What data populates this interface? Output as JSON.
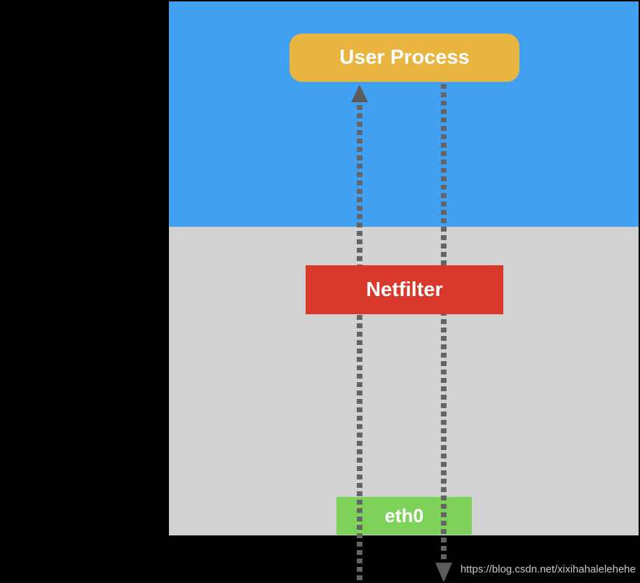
{
  "colors": {
    "background": "#000000",
    "user_space": "#42A0F2",
    "kernel_space": "#D2D2D2",
    "user_process": "#EAB440",
    "netfilter": "#D9392B",
    "eth0": "#7ED159",
    "line": "#646464",
    "arrow": "#5B5B5B",
    "watermark_text": "#C9C9C9"
  },
  "nodes": {
    "user_process": {
      "label": "User Process"
    },
    "netfilter": {
      "label": "Netfilter"
    },
    "eth0": {
      "label": "eth0"
    }
  },
  "watermark": {
    "url_text": "https://blog.csdn.net/xixihahalelehehe"
  }
}
